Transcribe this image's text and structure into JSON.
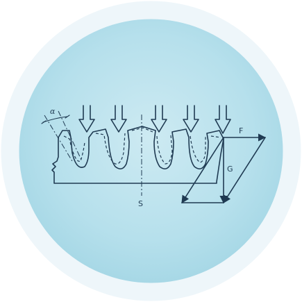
{
  "diagram": {
    "labels": {
      "force_F": "F",
      "force_G": "G",
      "axis_S": "S",
      "angle_alpha": "α"
    },
    "colors": {
      "outer_ring": "#eef6fa",
      "disc_light": "#c9e8f0",
      "disc_mid": "#a9dbe8",
      "ink": "#1f3a52"
    },
    "press_arrow_count": 5,
    "tooth_count": 5
  }
}
